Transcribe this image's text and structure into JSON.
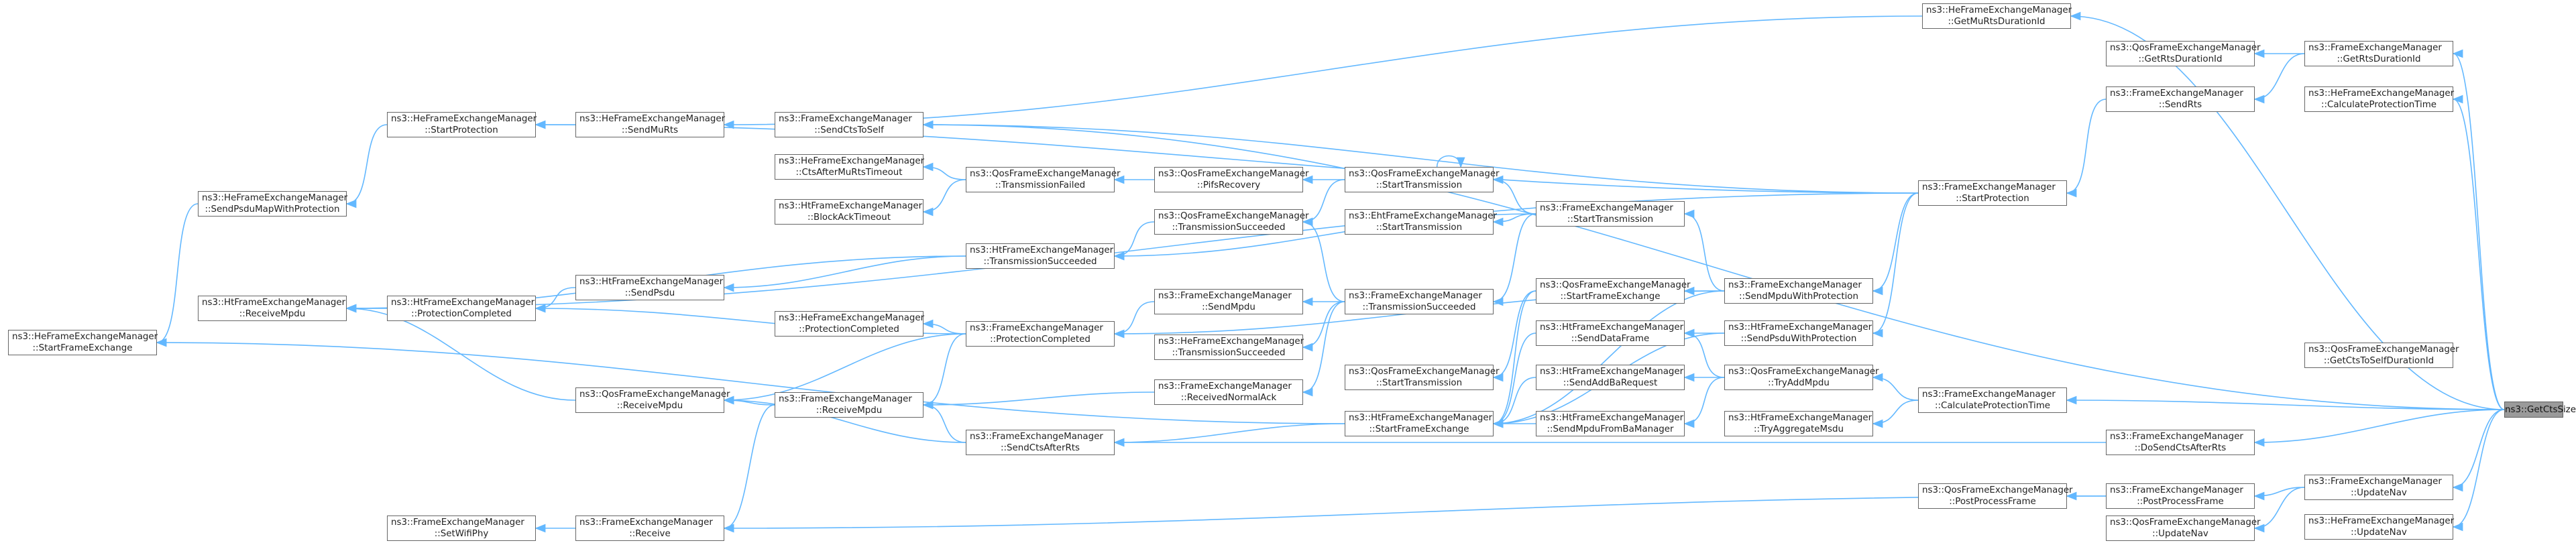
{
  "graph": {
    "nodes": [
      {
        "id": "getctssize",
        "line1": "ns3::GetCtsSize",
        "line2": "",
        "highlight": true
      },
      {
        "id": "heStartFrameExchange",
        "line1": "ns3::HeFrameExchangeManager",
        "line2": "::StartFrameExchange"
      },
      {
        "id": "heSendPsduMapWithProtection",
        "line1": "ns3::HeFrameExchangeManager",
        "line2": "::SendPsduMapWithProtection"
      },
      {
        "id": "heStartProtection",
        "line1": "ns3::HeFrameExchangeManager",
        "line2": "::StartProtection"
      },
      {
        "id": "heSendMuRts",
        "line1": "ns3::HeFrameExchangeManager",
        "line2": "::SendMuRts"
      },
      {
        "id": "htReceiveMpdu",
        "line1": "ns3::HtFrameExchangeManager",
        "line2": "::ReceiveMpdu"
      },
      {
        "id": "htProtectionCompleted",
        "line1": "ns3::HtFrameExchangeManager",
        "line2": "::ProtectionCompleted"
      },
      {
        "id": "htSendPsdu",
        "line1": "ns3::HtFrameExchangeManager",
        "line2": "::SendPsdu"
      },
      {
        "id": "qosReceiveMpdu",
        "line1": "ns3::QosFrameExchangeManager",
        "line2": "::ReceiveMpdu"
      },
      {
        "id": "fSetWifiPhy",
        "line1": "ns3::FrameExchangeManager",
        "line2": "::SetWifiPhy"
      },
      {
        "id": "fReceive",
        "line1": "ns3::FrameExchangeManager",
        "line2": "::Receive"
      },
      {
        "id": "fSendCtsToSelf",
        "line1": "ns3::FrameExchangeManager",
        "line2": "::SendCtsToSelf"
      },
      {
        "id": "heCtsAfterMuRtsTimeout",
        "line1": "ns3::HeFrameExchangeManager",
        "line2": "::CtsAfterMuRtsTimeout"
      },
      {
        "id": "htBlockAckTimeout",
        "line1": "ns3::HtFrameExchangeManager",
        "line2": "::BlockAckTimeout"
      },
      {
        "id": "heProtectionCompleted",
        "line1": "ns3::HeFrameExchangeManager",
        "line2": "::ProtectionCompleted"
      },
      {
        "id": "fReceiveMpdu",
        "line1": "ns3::FrameExchangeManager",
        "line2": "::ReceiveMpdu"
      },
      {
        "id": "fSendCtsAfterRts",
        "line1": "ns3::FrameExchangeManager",
        "line2": "::SendCtsAfterRts"
      },
      {
        "id": "qosTransmissionFailed",
        "line1": "ns3::QosFrameExchangeManager",
        "line2": "::TransmissionFailed"
      },
      {
        "id": "htTransmissionSucceeded",
        "line1": "ns3::HtFrameExchangeManager",
        "line2": "::TransmissionSucceeded"
      },
      {
        "id": "fProtectionCompleted",
        "line1": "ns3::FrameExchangeManager",
        "line2": "::ProtectionCompleted"
      },
      {
        "id": "fReceivedNormalAck",
        "line1": "ns3::FrameExchangeManager",
        "line2": "::ReceivedNormalAck"
      },
      {
        "id": "qosPifsRecovery",
        "line1": "ns3::QosFrameExchangeManager",
        "line2": "::PifsRecovery"
      },
      {
        "id": "qosTransmissionSucceeded",
        "line1": "ns3::QosFrameExchangeManager",
        "line2": "::TransmissionSucceeded"
      },
      {
        "id": "fSendMpdu",
        "line1": "ns3::FrameExchangeManager",
        "line2": "::SendMpdu"
      },
      {
        "id": "heTransmissionSucceeded",
        "line1": "ns3::HeFrameExchangeManager",
        "line2": "::TransmissionSucceeded"
      },
      {
        "id": "qosStartTransmission",
        "line1": "ns3::QosFrameExchangeManager",
        "line2": "::StartTransmission"
      },
      {
        "id": "ehtStartTransmission",
        "line1": "ns3::EhtFrameExchangeManager",
        "line2": "::StartTransmission"
      },
      {
        "id": "fTransmissionSucceeded",
        "line1": "ns3::FrameExchangeManager",
        "line2": "::TransmissionSucceeded"
      },
      {
        "id": "qosStartTransmission2",
        "line1": "ns3::QosFrameExchangeManager",
        "line2": "::StartTransmission"
      },
      {
        "id": "htStartFrameExchange",
        "line1": "ns3::HtFrameExchangeManager",
        "line2": "::StartFrameExchange"
      },
      {
        "id": "fStartTransmission",
        "line1": "ns3::FrameExchangeManager",
        "line2": "::StartTransmission"
      },
      {
        "id": "qosStartFrameExchange",
        "line1": "ns3::QosFrameExchangeManager",
        "line2": "::StartFrameExchange"
      },
      {
        "id": "htSendDataFrame",
        "line1": "ns3::HtFrameExchangeManager",
        "line2": "::SendDataFrame"
      },
      {
        "id": "htSendAddBaRequest",
        "line1": "ns3::HtFrameExchangeManager",
        "line2": "::SendAddBaRequest"
      },
      {
        "id": "htSendMpduFromBaManager",
        "line1": "ns3::HtFrameExchangeManager",
        "line2": "::SendMpduFromBaManager"
      },
      {
        "id": "fSendMpduWithProtection",
        "line1": "ns3::FrameExchangeManager",
        "line2": "::SendMpduWithProtection"
      },
      {
        "id": "htSendPsduWithProtection",
        "line1": "ns3::HtFrameExchangeManager",
        "line2": "::SendPsduWithProtection"
      },
      {
        "id": "qosTryAddMpdu",
        "line1": "ns3::QosFrameExchangeManager",
        "line2": "::TryAddMpdu"
      },
      {
        "id": "htTryAggregateMsdu",
        "line1": "ns3::HtFrameExchangeManager",
        "line2": "::TryAggregateMsdu"
      },
      {
        "id": "heGetMuRtsDurationId",
        "line1": "ns3::HeFrameExchangeManager",
        "line2": "::GetMuRtsDurationId"
      },
      {
        "id": "fStartProtection",
        "line1": "ns3::FrameExchangeManager",
        "line2": "::StartProtection"
      },
      {
        "id": "fCalculateProtectionTime",
        "line1": "ns3::FrameExchangeManager",
        "line2": "::CalculateProtectionTime"
      },
      {
        "id": "fDoSendCtsAfterRts",
        "line1": "ns3::FrameExchangeManager",
        "line2": "::DoSendCtsAfterRts"
      },
      {
        "id": "qosPostProcessFrame",
        "line1": "ns3::QosFrameExchangeManager",
        "line2": "::PostProcessFrame"
      },
      {
        "id": "fPostProcessFrame",
        "line1": "ns3::FrameExchangeManager",
        "line2": "::PostProcessFrame"
      },
      {
        "id": "qosGetRtsDurationId",
        "line1": "ns3::QosFrameExchangeManager",
        "line2": "::GetRtsDurationId"
      },
      {
        "id": "fSendRts",
        "line1": "ns3::FrameExchangeManager",
        "line2": "::SendRts"
      },
      {
        "id": "qosUpdateNav",
        "line1": "ns3::QosFrameExchangeManager",
        "line2": "::UpdateNav"
      },
      {
        "id": "fGetRtsDurationId",
        "line1": "ns3::FrameExchangeManager",
        "line2": "::GetRtsDurationId"
      },
      {
        "id": "heCalculateProtectionTime",
        "line1": "ns3::HeFrameExchangeManager",
        "line2": "::CalculateProtectionTime"
      },
      {
        "id": "qosGetCtsToSelfDurationId",
        "line1": "ns3::QosFrameExchangeManager",
        "line2": "::GetCtsToSelfDurationId"
      },
      {
        "id": "fUpdateNav",
        "line1": "ns3::FrameExchangeManager",
        "line2": "::UpdateNav"
      },
      {
        "id": "heUpdateNav",
        "line1": "ns3::HeFrameExchangeManager",
        "line2": "::UpdateNav"
      }
    ],
    "edges": [
      [
        "heSendPsduMapWithProtection",
        "heStartFrameExchange"
      ],
      [
        "heStartProtection",
        "heSendPsduMapWithProtection"
      ],
      [
        "heSendMuRts",
        "heStartProtection"
      ],
      [
        "htProtectionCompleted",
        "htReceiveMpdu"
      ],
      [
        "htSendPsdu",
        "htProtectionCompleted"
      ],
      [
        "qosReceiveMpdu",
        "htReceiveMpdu"
      ],
      [
        "fReceive",
        "fSetWifiPhy"
      ],
      [
        "fReceiveMpdu",
        "fReceive"
      ],
      [
        "fReceiveMpdu",
        "qosReceiveMpdu"
      ],
      [
        "fSendCtsAfterRts",
        "fReceiveMpdu"
      ],
      [
        "fSendCtsAfterRts",
        "qosReceiveMpdu"
      ],
      [
        "fReceivedNormalAck",
        "fReceiveMpdu"
      ],
      [
        "fProtectionCompleted",
        "fReceiveMpdu"
      ],
      [
        "fProtectionCompleted",
        "heProtectionCompleted"
      ],
      [
        "fProtectionCompleted",
        "htProtectionCompleted"
      ],
      [
        "fProtectionCompleted",
        "qosReceiveMpdu"
      ],
      [
        "qosTransmissionFailed",
        "heCtsAfterMuRtsTimeout"
      ],
      [
        "qosTransmissionFailed",
        "htBlockAckTimeout"
      ],
      [
        "htTransmissionSucceeded",
        "htSendPsdu"
      ],
      [
        "htTransmissionSucceeded",
        "htReceiveMpdu"
      ],
      [
        "qosPifsRecovery",
        "qosTransmissionFailed"
      ],
      [
        "qosTransmissionSucceeded",
        "htTransmissionSucceeded"
      ],
      [
        "fSendMpdu",
        "fProtectionCompleted"
      ],
      [
        "fTransmissionSucceeded",
        "fSendMpdu"
      ],
      [
        "fTransmissionSucceeded",
        "fReceivedNormalAck"
      ],
      [
        "fTransmissionSucceeded",
        "qosTransmissionSucceeded"
      ],
      [
        "fTransmissionSucceeded",
        "heTransmissionSucceeded"
      ],
      [
        "qosStartTransmission",
        "qosPifsRecovery"
      ],
      [
        "qosStartTransmission",
        "qosTransmissionSucceeded"
      ],
      [
        "qosStartTransmission",
        "qosStartTransmission"
      ],
      [
        "fStartTransmission",
        "qosStartTransmission"
      ],
      [
        "fStartTransmission",
        "ehtStartTransmission"
      ],
      [
        "fStartTransmission",
        "fTransmissionSucceeded"
      ],
      [
        "fStartTransmission",
        "htTransmissionSucceeded"
      ],
      [
        "qosStartFrameExchange",
        "htStartFrameExchange"
      ],
      [
        "qosStartFrameExchange",
        "qosStartTransmission2"
      ],
      [
        "htSendDataFrame",
        "htStartFrameExchange"
      ],
      [
        "htSendAddBaRequest",
        "htStartFrameExchange"
      ],
      [
        "htSendMpduFromBaManager",
        "htStartFrameExchange"
      ],
      [
        "htStartFrameExchange",
        "fSendCtsAfterRts"
      ],
      [
        "htStartFrameExchange",
        "heStartFrameExchange"
      ],
      [
        "fSendMpduWithProtection",
        "qosStartFrameExchange"
      ],
      [
        "fSendMpduWithProtection",
        "fStartTransmission"
      ],
      [
        "fSendMpduWithProtection",
        "htStartFrameExchange"
      ],
      [
        "fSendMpduWithProtection",
        "fProtectionCompleted"
      ],
      [
        "htSendPsduWithProtection",
        "htSendDataFrame"
      ],
      [
        "htSendPsduWithProtection",
        "htStartFrameExchange"
      ],
      [
        "qosTryAddMpdu",
        "htSendAddBaRequest"
      ],
      [
        "qosTryAddMpdu",
        "htSendMpduFromBaManager"
      ],
      [
        "qosTryAddMpdu",
        "htSendDataFrame"
      ],
      [
        "fStartProtection",
        "fSendMpduWithProtection"
      ],
      [
        "fStartProtection",
        "htSendPsduWithProtection"
      ],
      [
        "fStartProtection",
        "fSendCtsToSelf"
      ],
      [
        "fStartProtection",
        "heStartProtection"
      ],
      [
        "fStartProtection",
        "htReceiveMpdu"
      ],
      [
        "fCalculateProtectionTime",
        "qosTryAddMpdu"
      ],
      [
        "fCalculateProtectionTime",
        "htTryAggregateMsdu"
      ],
      [
        "fDoSendCtsAfterRts",
        "fSendCtsAfterRts"
      ],
      [
        "fPostProcessFrame",
        "qosPostProcessFrame"
      ],
      [
        "fPostProcessFrame",
        "fReceive"
      ],
      [
        "fSendRts",
        "fStartProtection"
      ],
      [
        "fGetRtsDurationId",
        "qosGetRtsDurationId"
      ],
      [
        "fGetRtsDurationId",
        "fSendRts"
      ],
      [
        "heGetMuRtsDurationId",
        "heSendMuRts"
      ],
      [
        "fUpdateNav",
        "fPostProcessFrame"
      ],
      [
        "fUpdateNav",
        "qosUpdateNav"
      ],
      [
        "getctssize",
        "fGetRtsDurationId"
      ],
      [
        "getctssize",
        "heGetMuRtsDurationId"
      ],
      [
        "getctssize",
        "heCalculateProtectionTime"
      ],
      [
        "getctssize",
        "fSendCtsToSelf"
      ],
      [
        "getctssize",
        "fCalculateProtectionTime"
      ],
      [
        "getctssize",
        "fDoSendCtsAfterRts"
      ],
      [
        "getctssize",
        "fUpdateNav"
      ],
      [
        "getctssize",
        "heUpdateNav"
      ]
    ]
  }
}
